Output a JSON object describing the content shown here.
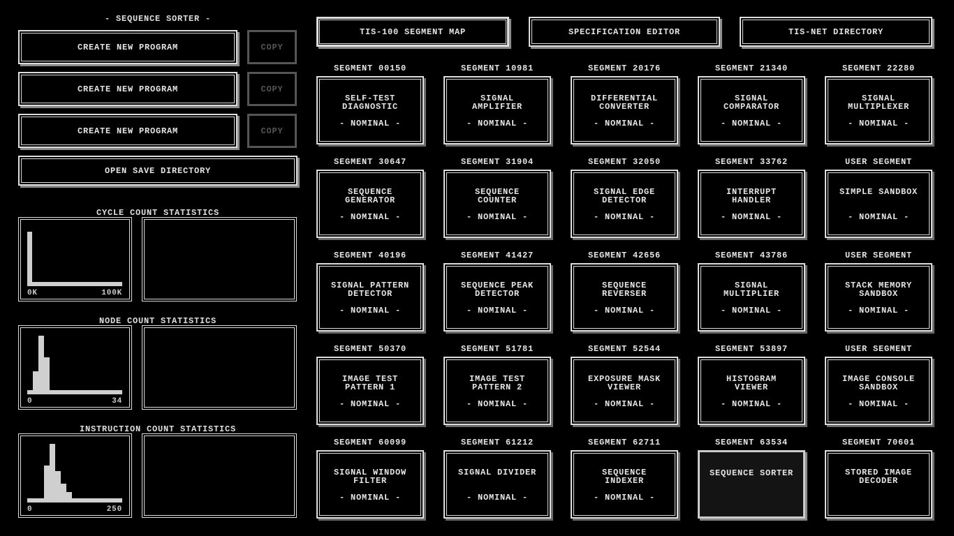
{
  "left": {
    "title": "- SEQUENCE SORTER -",
    "slots": [
      {
        "create": "CREATE NEW PROGRAM",
        "copy": "COPY"
      },
      {
        "create": "CREATE NEW PROGRAM",
        "copy": "COPY"
      },
      {
        "create": "CREATE NEW PROGRAM",
        "copy": "COPY"
      }
    ],
    "open_save": "OPEN SAVE DIRECTORY",
    "stats": [
      {
        "title": "CYCLE COUNT STATISTICS",
        "min": "0K",
        "max": "100K",
        "bins": [
          1.0
        ]
      },
      {
        "title": "NODE COUNT STATISTICS",
        "min": "0",
        "max": "34",
        "bins": [
          0,
          0.35,
          1.0,
          0.6
        ]
      },
      {
        "title": "INSTRUCTION COUNT STATISTICS",
        "min": "0",
        "max": "250",
        "bins": [
          0,
          0,
          0,
          0.6,
          1.0,
          0.5,
          0.27,
          0.11
        ]
      }
    ]
  },
  "tabs": [
    "TIS-100 SEGMENT MAP",
    "SPECIFICATION EDITOR",
    "TIS-NET DIRECTORY"
  ],
  "segments": [
    {
      "label": "SEGMENT 00150",
      "name": "SELF-TEST\nDIAGNOSTIC",
      "status": "- NOMINAL -"
    },
    {
      "label": "SEGMENT 10981",
      "name": "SIGNAL\nAMPLIFIER",
      "status": "- NOMINAL -"
    },
    {
      "label": "SEGMENT 20176",
      "name": "DIFFERENTIAL\nCONVERTER",
      "status": "- NOMINAL -"
    },
    {
      "label": "SEGMENT 21340",
      "name": "SIGNAL\nCOMPARATOR",
      "status": "- NOMINAL -"
    },
    {
      "label": "SEGMENT 22280",
      "name": "SIGNAL\nMULTIPLEXER",
      "status": "- NOMINAL -"
    },
    {
      "label": "SEGMENT 30647",
      "name": "SEQUENCE\nGENERATOR",
      "status": "- NOMINAL -"
    },
    {
      "label": "SEGMENT 31904",
      "name": "SEQUENCE\nCOUNTER",
      "status": "- NOMINAL -"
    },
    {
      "label": "SEGMENT 32050",
      "name": "SIGNAL EDGE\nDETECTOR",
      "status": "- NOMINAL -"
    },
    {
      "label": "SEGMENT 33762",
      "name": "INTERRUPT\nHANDLER",
      "status": "- NOMINAL -"
    },
    {
      "label": "USER SEGMENT",
      "name": "SIMPLE SANDBOX",
      "status": "- NOMINAL -"
    },
    {
      "label": "SEGMENT 40196",
      "name": "SIGNAL PATTERN\nDETECTOR",
      "status": "- NOMINAL -"
    },
    {
      "label": "SEGMENT 41427",
      "name": "SEQUENCE PEAK\nDETECTOR",
      "status": "- NOMINAL -"
    },
    {
      "label": "SEGMENT 42656",
      "name": "SEQUENCE\nREVERSER",
      "status": "- NOMINAL -"
    },
    {
      "label": "SEGMENT 43786",
      "name": "SIGNAL\nMULTIPLIER",
      "status": "- NOMINAL -"
    },
    {
      "label": "USER SEGMENT",
      "name": "STACK MEMORY\nSANDBOX",
      "status": "- NOMINAL -"
    },
    {
      "label": "SEGMENT 50370",
      "name": "IMAGE TEST\nPATTERN 1",
      "status": "- NOMINAL -"
    },
    {
      "label": "SEGMENT 51781",
      "name": "IMAGE TEST\nPATTERN 2",
      "status": "- NOMINAL -"
    },
    {
      "label": "SEGMENT 52544",
      "name": "EXPOSURE MASK\nVIEWER",
      "status": "- NOMINAL -"
    },
    {
      "label": "SEGMENT 53897",
      "name": "HISTOGRAM\nVIEWER",
      "status": "- NOMINAL -"
    },
    {
      "label": "USER SEGMENT",
      "name": "IMAGE CONSOLE\nSANDBOX",
      "status": "- NOMINAL -"
    },
    {
      "label": "SEGMENT 60099",
      "name": "SIGNAL WINDOW\nFILTER",
      "status": "- NOMINAL -"
    },
    {
      "label": "SEGMENT 61212",
      "name": "SIGNAL DIVIDER",
      "status": "- NOMINAL -"
    },
    {
      "label": "SEGMENT 62711",
      "name": "SEQUENCE\nINDEXER",
      "status": "- NOMINAL -"
    },
    {
      "label": "SEGMENT 63534",
      "name": "SEQUENCE SORTER",
      "status": "",
      "selected": true
    },
    {
      "label": "SEGMENT 70601",
      "name": "STORED IMAGE\nDECODER",
      "status": ""
    }
  ]
}
